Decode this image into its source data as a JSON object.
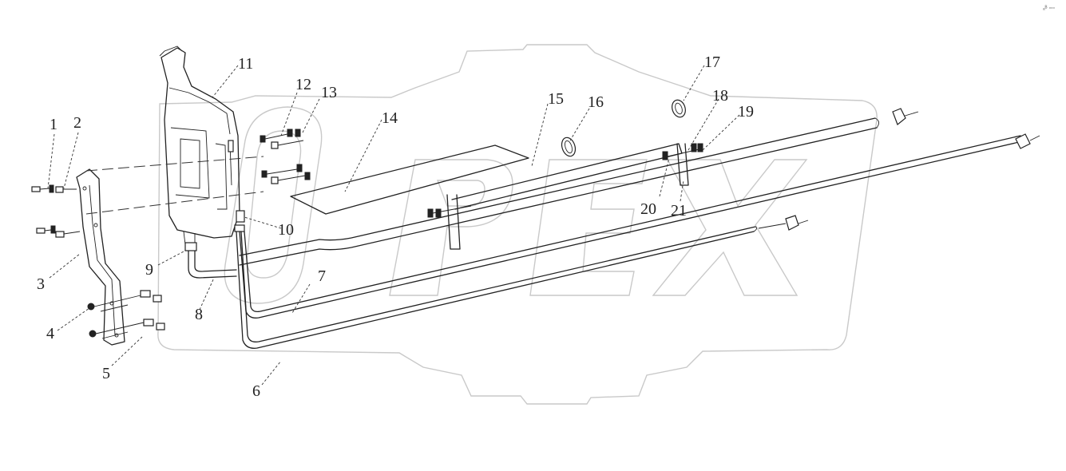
{
  "watermark": {
    "text": "OPEX"
  },
  "corner_mark": "ₐᴮ ▫▫▫",
  "callouts": [
    {
      "id": "1",
      "text": "1"
    },
    {
      "id": "2",
      "text": "2"
    },
    {
      "id": "3",
      "text": "3"
    },
    {
      "id": "4",
      "text": "4"
    },
    {
      "id": "5",
      "text": "5"
    },
    {
      "id": "6",
      "text": "6"
    },
    {
      "id": "7",
      "text": "7"
    },
    {
      "id": "8",
      "text": "8"
    },
    {
      "id": "9",
      "text": "9"
    },
    {
      "id": "10",
      "text": "10"
    },
    {
      "id": "11",
      "text": "11"
    },
    {
      "id": "12",
      "text": "12"
    },
    {
      "id": "13",
      "text": "13"
    },
    {
      "id": "14",
      "text": "14"
    },
    {
      "id": "15",
      "text": "15"
    },
    {
      "id": "16",
      "text": "16"
    },
    {
      "id": "17",
      "text": "17"
    },
    {
      "id": "18",
      "text": "18"
    },
    {
      "id": "19",
      "text": "19"
    },
    {
      "id": "20",
      "text": "20"
    },
    {
      "id": "21",
      "text": "21"
    }
  ]
}
